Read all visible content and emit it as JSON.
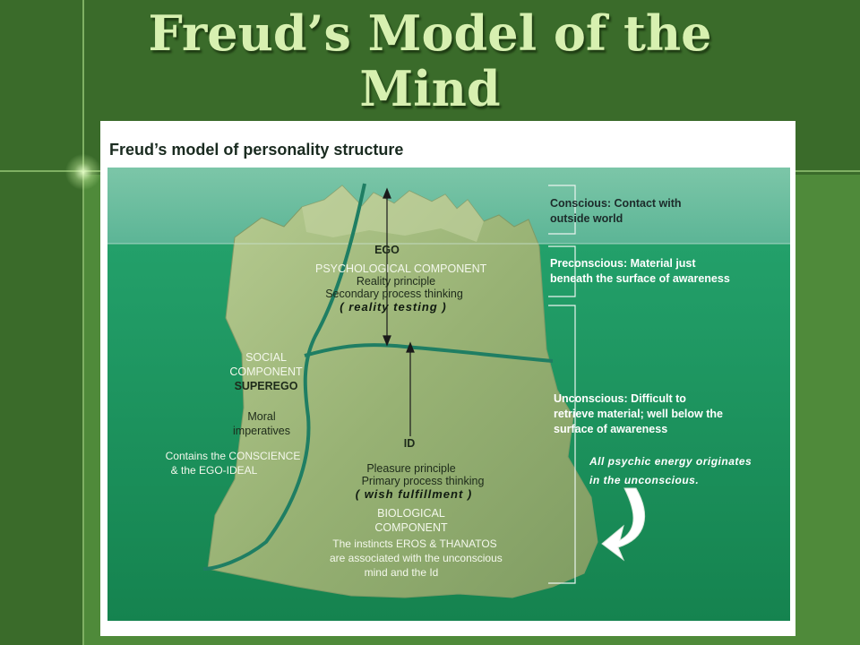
{
  "slide": {
    "title_line1": "Freud’s Model of the",
    "title_line2": "Mind"
  },
  "figure": {
    "title": "Freud’s model of personality structure",
    "ego": {
      "heading": "EGO",
      "component": "PSYCHOLOGICAL COMPONENT",
      "line1": "Reality principle",
      "line2": "Secondary process thinking",
      "note": "( reality testing )"
    },
    "superego": {
      "line1": "SOCIAL",
      "line2": "COMPONENT",
      "heading": "SUPEREGO",
      "line3": "Moral",
      "line4": "imperatives",
      "line5": "Contains the CONSCIENCE",
      "line6": "& the EGO-IDEAL"
    },
    "id": {
      "heading": "ID",
      "line1": "Pleasure principle",
      "line2": "Primary process  thinking",
      "note": "( wish fulfillment )",
      "line3": "BIOLOGICAL",
      "line4": "COMPONENT",
      "line5": "The instincts EROS & THANATOS",
      "line6": "are associated with the unconscious",
      "line7": "mind and the Id"
    },
    "levels": {
      "conscious_1": "Conscious: Contact with",
      "conscious_2": "outside world",
      "preconscious_1": "Preconscious: Material just",
      "preconscious_2": "beneath the surface of awareness",
      "unconscious_1": "Unconscious: Difficult to",
      "unconscious_2": "retrieve material; well below the",
      "unconscious_3": "surface of awareness"
    },
    "energy_note_1": "All psychic energy originates",
    "energy_note_2": "in the unconscious."
  },
  "colors": {
    "slide_background": "#4f8a3a",
    "slide_band": "#3a6b2a",
    "title_text": "#d7f0b0",
    "sky": "#6ec0a0",
    "water": "#1d9460",
    "iceberg": "#9fb97a",
    "divider_line": "#1f7e63"
  }
}
